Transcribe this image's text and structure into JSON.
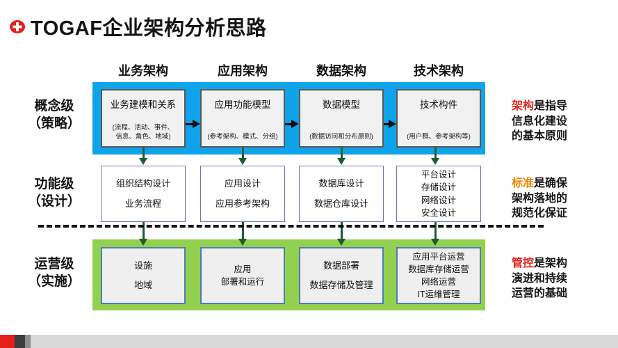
{
  "header": {
    "title": "TOGAF企业架构分析思路",
    "icon": "red-plus-badge"
  },
  "columns": {
    "c1": "业务架构",
    "c2": "应用架构",
    "c3": "数据架构",
    "c4": "技术架构"
  },
  "row_labels": {
    "r1a": "概念级",
    "r1b": "（策略）",
    "r2a": "功能级",
    "r2b": "（设计）",
    "r3a": "运营级",
    "r3b": "（实施）"
  },
  "concept": {
    "b1t": "业务建模和关系",
    "b1s1": "(流程、活动、事件、",
    "b1s2": "信息、角色、地域)",
    "b2t": "应用功能模型",
    "b2s": "(参考架构、模式、分组)",
    "b3t": "数据模型",
    "b3s": "(数据访问和分布原则)",
    "b4t": "技术构件",
    "b4s": "(用户群、参考架构等)"
  },
  "design": {
    "b1l1": "组织结构设计",
    "b1l2": "业务流程",
    "b2l1": "应用设计",
    "b2l2": "应用参考架构",
    "b3l1": "数据库设计",
    "b3l2": "数据仓库设计",
    "b4l1": "平台设计",
    "b4l2": "存储设计",
    "b4l3": "网络设计",
    "b4l4": "安全设计"
  },
  "ops": {
    "b1l1": "设施",
    "b1l2": "地域",
    "b2l1": "应用",
    "b2l2": "部署和运行",
    "b3l1": "数据部署",
    "b3l2": "数据存储及管理",
    "b4l1": "应用平台运营",
    "b4l2": "数据库存储运营",
    "b4l3": "网络运营",
    "b4l4": "IT运维管理"
  },
  "annotations": {
    "a1_key": "架构",
    "a1_rest": "是指导信息化建设的基本原则",
    "a2_key": "标准",
    "a2_rest": "是确保架构落地的规范化保证",
    "a3_key": "管控",
    "a3_rest": "是架构演进和持续运营的基础"
  },
  "colors": {
    "blue_band": "#0FA4EA",
    "green_band": "#92D050",
    "annotation_red": "#E0251B",
    "annotation_orange": "#F08300",
    "arrow_green": "#1D5B30",
    "footer_red": "#E3211A",
    "footer_gray": "#D9D9D9"
  }
}
